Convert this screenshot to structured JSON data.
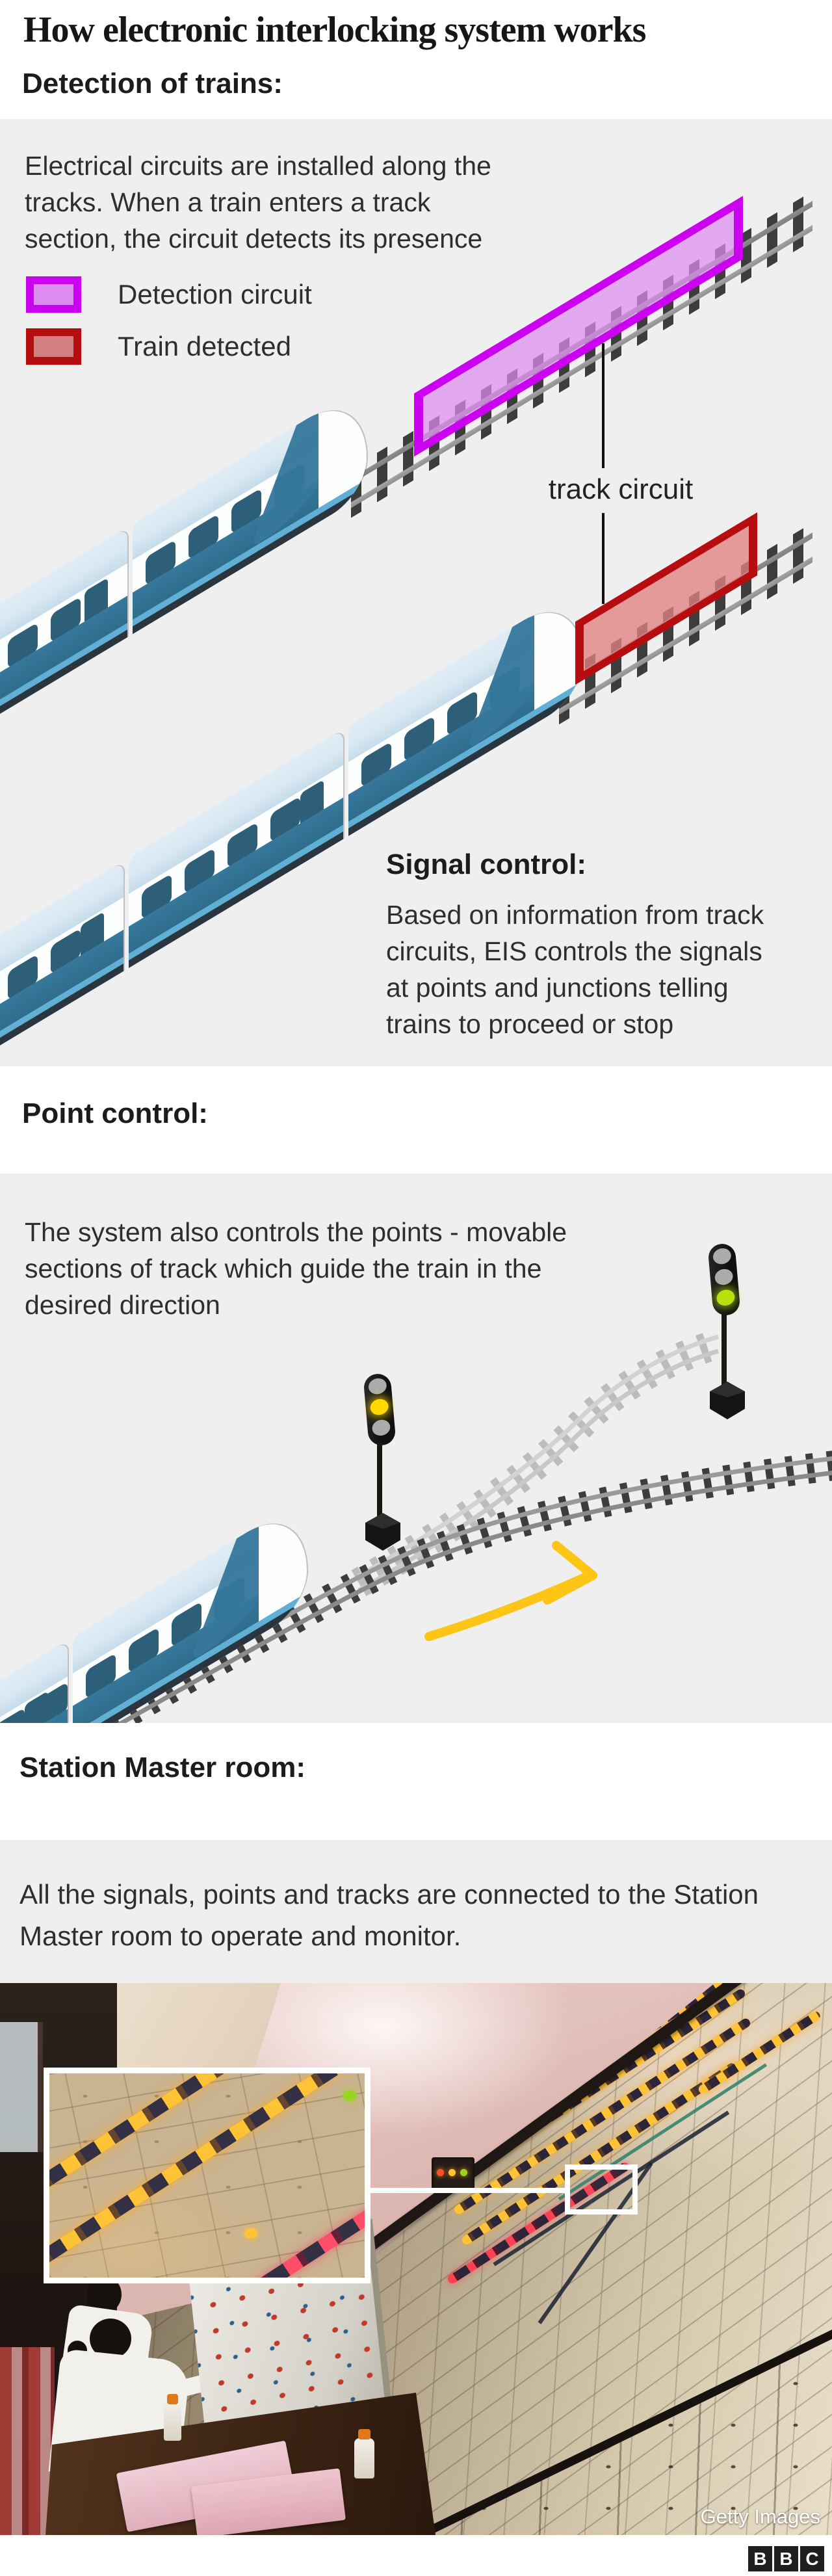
{
  "title": "How electronic interlocking system works",
  "sections": {
    "detection": {
      "heading": "Detection of trains:",
      "lines": [
        "Electrical circuits are installed along the",
        "tracks. When a train enters a track",
        "section, the circuit detects its presence"
      ],
      "legend": [
        {
          "label": "Detection circuit"
        },
        {
          "label": "Train detected"
        }
      ],
      "track_circuit_label": "track circuit",
      "signal_control": {
        "heading": "Signal control:",
        "lines": [
          "Based on information from track",
          "circuits, EIS controls the signals",
          "at points and junctions telling",
          "trains to proceed or stop"
        ]
      }
    },
    "point": {
      "heading": "Point control:",
      "lines": [
        "The system also controls the points - movable",
        "sections of track which guide the train in the",
        "desired direction"
      ]
    },
    "station": {
      "heading": "Station Master room:",
      "lines": [
        "All the signals, points and tracks are connected to the Station",
        "Master room to operate and monitor."
      ]
    }
  },
  "photo": {
    "credit": "Getty Images"
  },
  "footer": {
    "logo_letters": [
      "B",
      "B",
      "C"
    ]
  },
  "colors": {
    "panel_bg": "#f0eff0",
    "detection_circuit": "#cb02ef",
    "detection_fill": "#dc8df0",
    "train_detected": "#b60d10",
    "detected_fill": "#d1807f",
    "rail_gray": "#8f8f8f",
    "tie_dark": "#3c3c3c",
    "train_roof": "#d9e8f3",
    "train_teal": "#36789b",
    "train_window": "#2d5f79",
    "train_stripe": "#5fb0d4",
    "signal_yellow": "#ffd900",
    "signal_green": "#b8e20e",
    "arrow_yellow": "#fdc515",
    "amber": "#ffc335"
  }
}
